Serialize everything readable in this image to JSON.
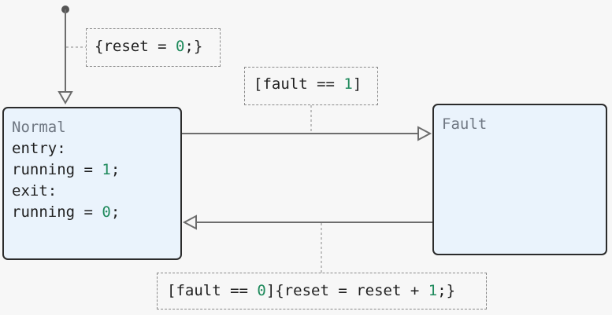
{
  "states": {
    "normal": {
      "title": "Normal",
      "entry_label": "entry:",
      "entry_action": {
        "var": "running",
        "op": " = ",
        "val": "1",
        "end": ";"
      },
      "exit_label": "exit:",
      "exit_action": {
        "var": "running",
        "op": " = ",
        "val": "0",
        "end": ";"
      }
    },
    "fault": {
      "title": "Fault"
    }
  },
  "transitions": {
    "initial": {
      "pre": "{reset = ",
      "num": "0",
      "post": ";}"
    },
    "to_fault": {
      "pre": "[fault == ",
      "num": "1",
      "post": "]"
    },
    "to_normal": {
      "pre": "[fault == ",
      "num": "0",
      "mid": "]{reset = reset + ",
      "num2": "1",
      "post": ";}"
    }
  },
  "colors": {
    "state_fill": "#eaf3fc",
    "state_border": "#2b2b2b",
    "arrow": "#6d6d6d",
    "number": "#1f8a5c",
    "background": "#f7f7f7"
  }
}
